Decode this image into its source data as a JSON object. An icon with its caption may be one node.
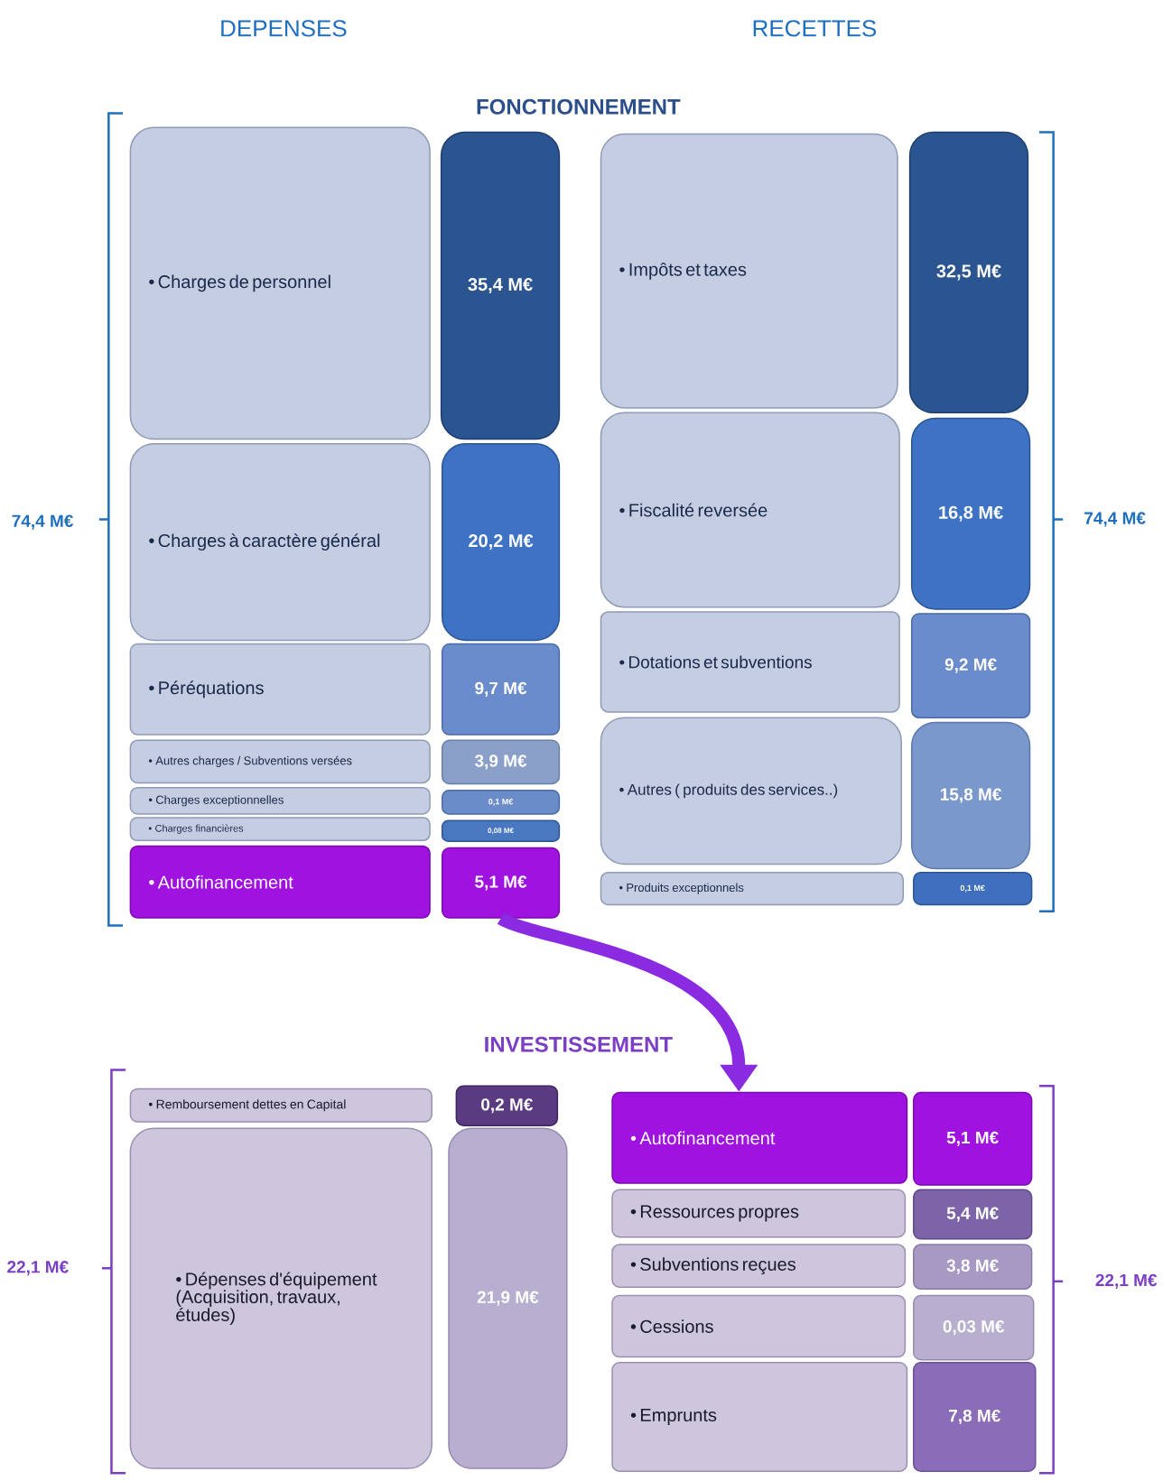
{
  "diagram": {
    "nodes": [
      {
        "text": [
          "• Charges de personnel"
        ]
      },
      {
        "text": [
          "35,4 M€"
        ]
      },
      {
        "text": [
          "• Charges à caractère général"
        ]
      },
      {
        "text": [
          "20,2 M€"
        ]
      },
      {
        "text": [
          "• Péréquations"
        ]
      },
      {
        "text": [
          "9,7 M€"
        ]
      },
      {
        "text": [
          "• Autres charges / Subventions versées"
        ]
      },
      {
        "text": [
          "3,9 M€"
        ]
      },
      {
        "text": [
          "• Charges exceptionnelles"
        ]
      },
      {
        "text": [
          "0,1 M€"
        ]
      },
      {
        "text": [
          "• Charges financières"
        ]
      },
      {
        "text": [
          "0,08 M€"
        ]
      },
      {
        "text": [
          "• Autofinancement"
        ]
      },
      {
        "text": [
          "5,1 M€"
        ]
      },
      {
        "text": [
          "• Impôts et taxes"
        ]
      },
      {
        "text": [
          "32,5 M€"
        ]
      },
      {
        "text": [
          "• Fiscalité reversée"
        ]
      },
      {
        "text": [
          "16,8 M€"
        ]
      },
      {
        "text": [
          "• Dotations et subventions"
        ]
      },
      {
        "text": [
          "9,2 M€"
        ]
      },
      {
        "text": [
          "• Autres ( produits des services..)"
        ]
      },
      {
        "text": [
          "15,8 M€"
        ]
      },
      {
        "text": [
          "• Produits exceptionnels"
        ]
      },
      {
        "text": [
          "0,1 M€"
        ]
      },
      {
        "text": [
          "• Remboursement dettes en Capital"
        ]
      },
      {
        "text": [
          "0,2 M€"
        ]
      },
      {
        "text": [
          "• Dépenses d'équipement (Acquisition, travaux, études)"
        ]
      },
      {
        "text": [
          "21,9 M€"
        ]
      },
      {
        "text": [
          "• Autofinancement"
        ]
      },
      {
        "text": [
          "5,1 M€"
        ]
      },
      {
        "text": [
          "• Ressources propres"
        ]
      },
      {
        "text": [
          "5,4 M€"
        ]
      },
      {
        "text": [
          "• Subventions reçues"
        ]
      },
      {
        "text": [
          "3,8 M€"
        ]
      },
      {
        "text": [
          "• Cessions"
        ]
      },
      {
        "text": [
          "0,03 M€"
        ]
      },
      {
        "text": [
          "• Emprunts"
        ]
      },
      {
        "text": [
          "7,8 M€"
        ]
      }
    ],
    "edges": [
      {
        "from": 13,
        "to": 28,
        "arrow": "to"
      }
    ],
    "labels": [
      "DEPENSES",
      "RECETTES",
      "FONCTIONNEMENT",
      "74,4 M€",
      "74,4 M€",
      "INVESTISSEMENT",
      "22,1 M€",
      "22,1 M€"
    ]
  }
}
